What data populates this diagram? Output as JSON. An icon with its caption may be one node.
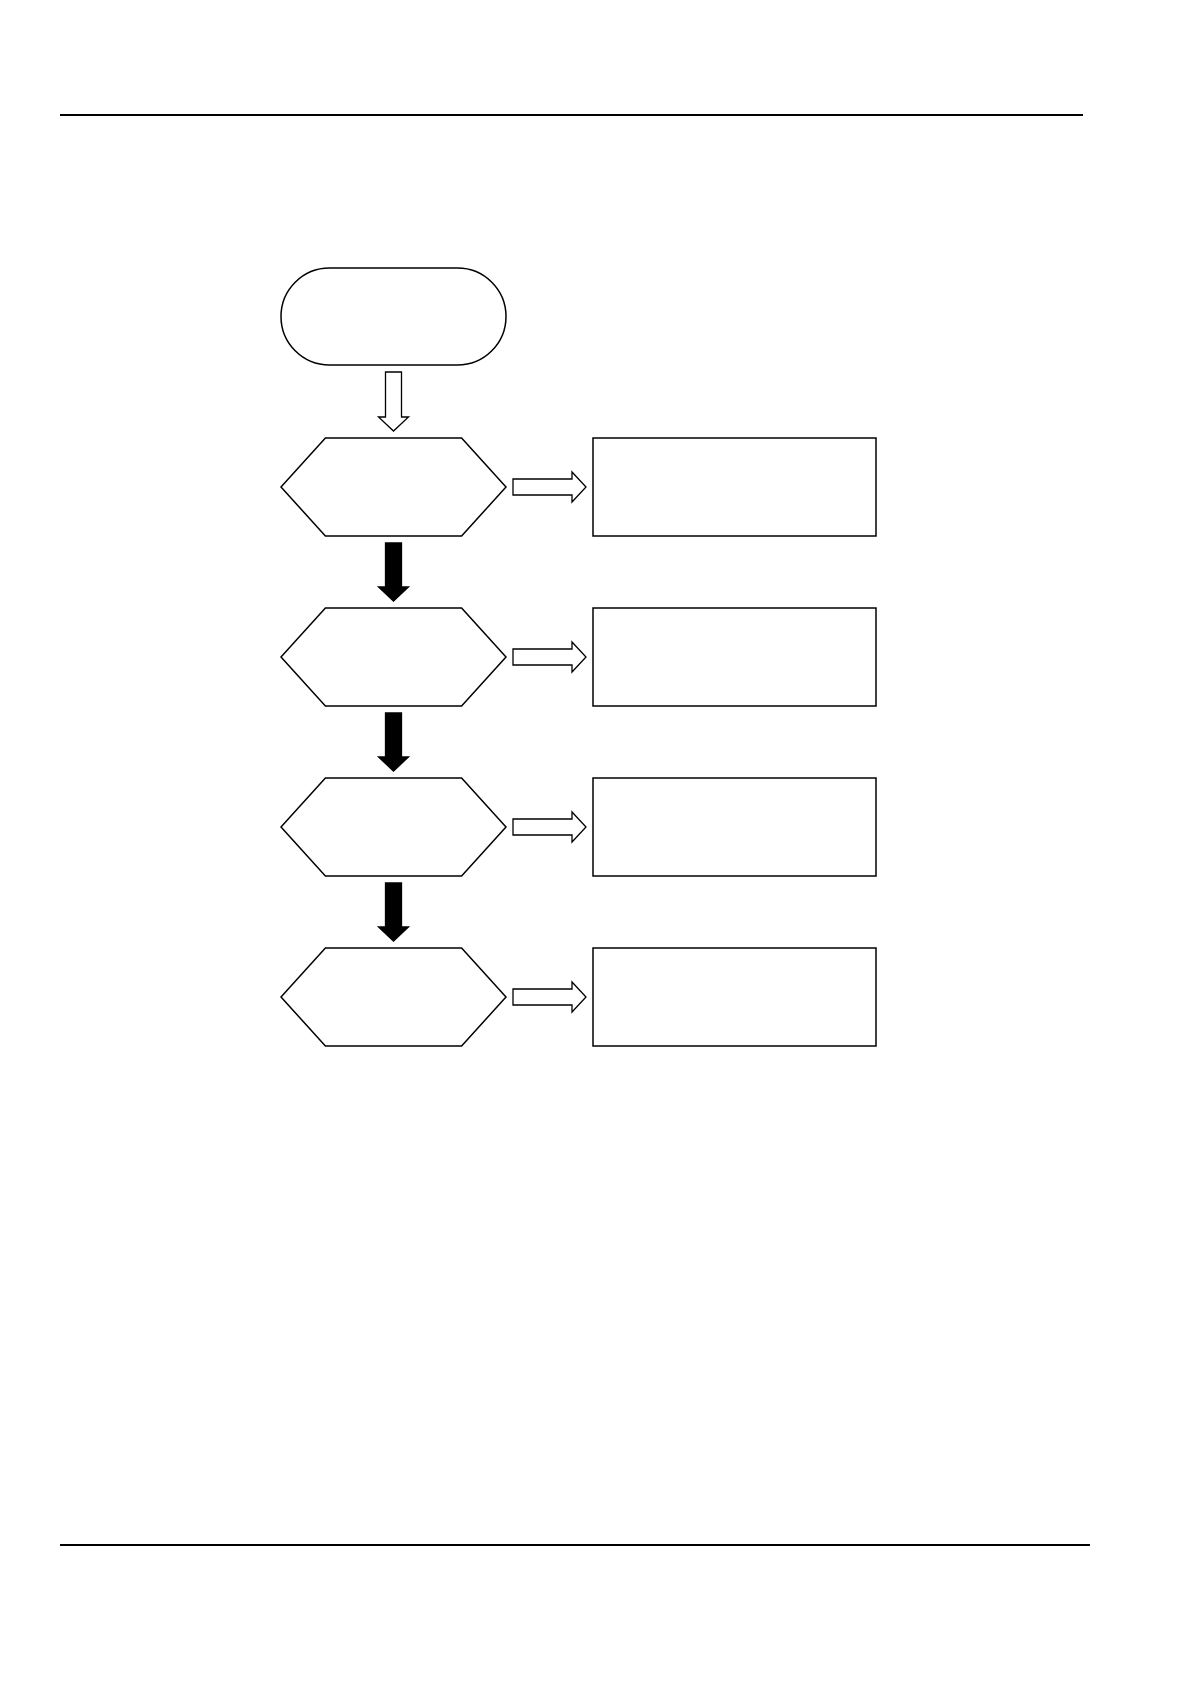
{
  "diagram": {
    "nodes": [
      {
        "text": [],
        "shape": "stadium"
      },
      {
        "text": [],
        "shape": "hexagon"
      },
      {
        "text": [],
        "shape": "box"
      },
      {
        "text": [],
        "shape": "hexagon"
      },
      {
        "text": [],
        "shape": "box"
      },
      {
        "text": [],
        "shape": "hexagon"
      },
      {
        "text": [],
        "shape": "box"
      },
      {
        "text": [],
        "shape": "hexagon"
      },
      {
        "text": [],
        "shape": "box"
      }
    ],
    "edges": [
      {
        "from": 0,
        "to": 1,
        "arrow": "to"
      },
      {
        "from": 1,
        "to": 2,
        "arrow": "to"
      },
      {
        "from": 1,
        "to": 3,
        "arrow": "to",
        "style": "thick"
      },
      {
        "from": 3,
        "to": 4,
        "arrow": "to"
      },
      {
        "from": 3,
        "to": 5,
        "arrow": "to",
        "style": "thick"
      },
      {
        "from": 5,
        "to": 6,
        "arrow": "to"
      },
      {
        "from": 5,
        "to": 7,
        "arrow": "to",
        "style": "thick"
      },
      {
        "from": 7,
        "to": 8,
        "arrow": "to"
      }
    ]
  }
}
